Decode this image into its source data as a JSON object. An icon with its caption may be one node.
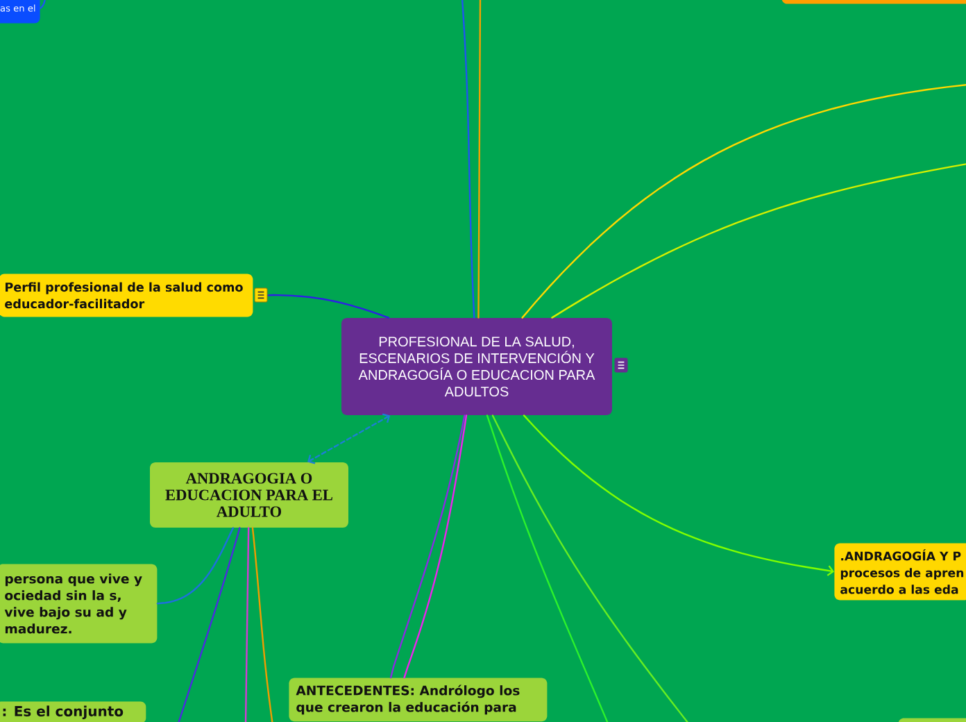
{
  "diagram": {
    "nodes": [
      {
        "text": [
          "as en el"
        ]
      },
      {
        "text": [],
        "shape": "box"
      },
      {
        "text": [
          "Perfil profesional de la salud como educador-facilitador"
        ]
      },
      {
        "text": [
          "PROFESIONAL DE LA SALUD, ESCENARIOS DE INTERVENCIÓN Y ANDRAGOGÍA O EDUCACION PARA ADULTOS"
        ]
      },
      {
        "text": [
          "ANDRAGOGIA O EDUCACION PARA EL ADULTO"
        ]
      },
      {
        "text": [
          ".ANDRAGOGÍA Y P procesos de apren acuerdo a las eda"
        ]
      },
      {
        "text": [
          "persona que vive y ociedad sin la s, vive bajo su ad y madurez."
        ]
      },
      {
        "text": [
          "ANTECEDENTES: Andrólogo los que crearon la educación para"
        ]
      },
      {
        "text": [
          ": Es el conjunto"
        ]
      },
      {
        "text": [],
        "shape": "box"
      }
    ],
    "edges": [
      {
        "from": 3,
        "to": 2,
        "arrow": "none",
        "color": "#2d1fe6"
      },
      {
        "from": 3,
        "to": 4,
        "arrow": "both",
        "style": "dashed",
        "color": "#1d7fd6"
      },
      {
        "from": 3,
        "to": null,
        "arrow": "none",
        "color": "#1f55f0"
      },
      {
        "from": 3,
        "to": null,
        "arrow": "none",
        "color": "#f2a100"
      },
      {
        "from": 3,
        "to": null,
        "arrow": "none",
        "color": "#ffd800"
      },
      {
        "from": 3,
        "to": null,
        "arrow": "none",
        "color": "#d4f000"
      },
      {
        "from": 3,
        "to": 5,
        "arrow": "to",
        "color": "#80ff00"
      },
      {
        "from": 3,
        "to": null,
        "arrow": "none",
        "color": "#2cf22c"
      },
      {
        "from": 3,
        "to": null,
        "arrow": "none",
        "color": "#66ee22"
      },
      {
        "from": 3,
        "to": 7,
        "arrow": "none",
        "color": "#8a2be2"
      },
      {
        "from": 3,
        "to": 7,
        "arrow": "none",
        "color": "#ee22ee"
      },
      {
        "from": 4,
        "to": 6,
        "arrow": "none",
        "color": "#1f6fe0"
      },
      {
        "from": 4,
        "to": null,
        "arrow": "none",
        "color": "#4b2be0"
      },
      {
        "from": 4,
        "to": null,
        "arrow": "none",
        "color": "#d63ad6"
      },
      {
        "from": 4,
        "to": null,
        "arrow": "none",
        "color": "#f09c00"
      },
      {
        "from": 0,
        "to": null,
        "arrow": "none",
        "color": "#1f55f0"
      }
    ]
  }
}
